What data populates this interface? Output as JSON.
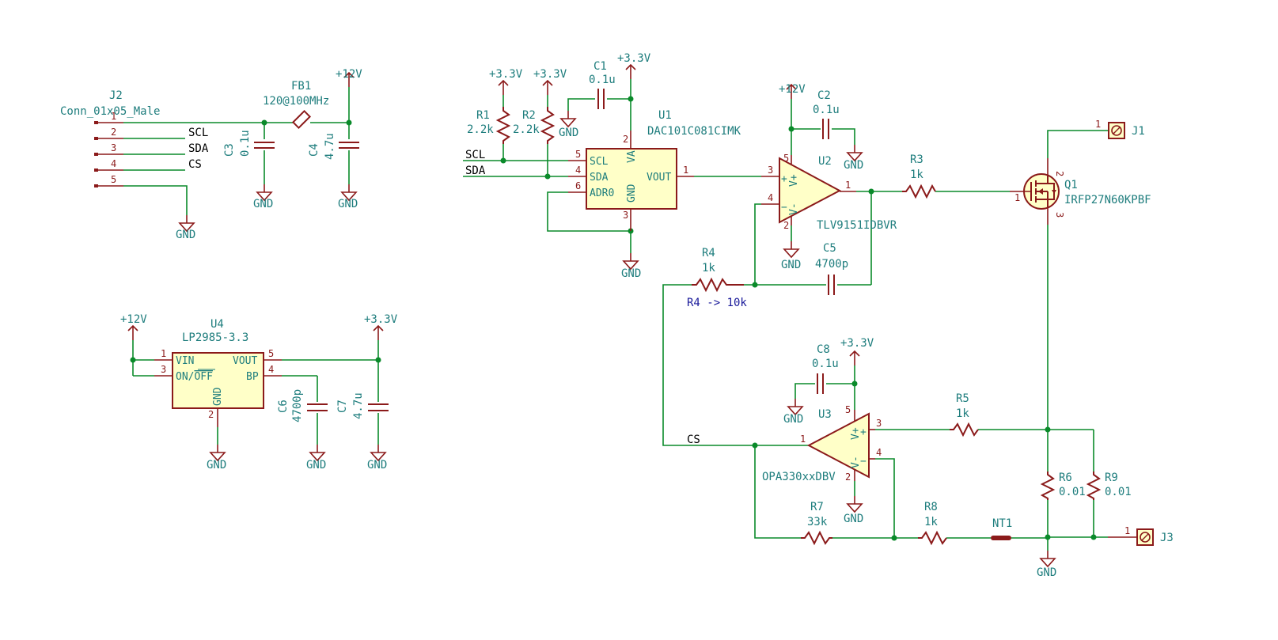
{
  "power_labels": {
    "p12v": "+12V",
    "p3v3": "+3.3V",
    "gnd": "GND"
  },
  "nets": {
    "scl": "SCL",
    "sda": "SDA",
    "cs": "CS"
  },
  "note": "R4 -> 10k",
  "components": {
    "J2": {
      "ref": "J2",
      "value": "Conn_01x05_Male",
      "pins": [
        "1",
        "2",
        "3",
        "4",
        "5"
      ]
    },
    "FB1": {
      "ref": "FB1",
      "value": "120@100MHz"
    },
    "C3": {
      "ref": "C3",
      "value": "0.1u"
    },
    "C4": {
      "ref": "C4",
      "value": "4.7u"
    },
    "U4": {
      "ref": "U4",
      "value": "LP2985-3.3",
      "pin_names": {
        "vin": "VIN",
        "on": "ON/",
        "off": "OFF",
        "vout": "VOUT",
        "bp": "BP",
        "gnd": "GND"
      },
      "pin_numbers": {
        "vin": "1",
        "on": "3",
        "gnd": "2",
        "vout": "5",
        "bp": "4"
      }
    },
    "C6": {
      "ref": "C6",
      "value": "4700p"
    },
    "C7": {
      "ref": "C7",
      "value": "4.7u"
    },
    "R1": {
      "ref": "R1",
      "value": "2.2k"
    },
    "R2": {
      "ref": "R2",
      "value": "2.2k"
    },
    "C1": {
      "ref": "C1",
      "value": "0.1u"
    },
    "U1": {
      "ref": "U1",
      "value": "DAC101C081CIMK",
      "pin_names": {
        "scl": "SCL",
        "sda": "SDA",
        "adr0": "ADR0",
        "va": "VA",
        "gnd": "GND",
        "vout": "VOUT"
      },
      "pin_numbers": {
        "scl": "5",
        "sda": "4",
        "adr0": "6",
        "va": "2",
        "gnd": "3",
        "vout": "1"
      }
    },
    "U2": {
      "ref": "U2",
      "value": "TLV9151IDBVR",
      "pin_names": {
        "vp": "V+",
        "vn": "V-",
        "plus": "+",
        "minus": "−"
      },
      "pin_numbers": {
        "vp": "5",
        "vn": "2",
        "in_p": "3",
        "in_n": "4",
        "out": "1"
      }
    },
    "C2": {
      "ref": "C2",
      "value": "0.1u"
    },
    "R3": {
      "ref": "R3",
      "value": "1k"
    },
    "Q1": {
      "ref": "Q1",
      "value": "IRFP27N60KPBF",
      "pin_numbers": {
        "g": "1",
        "d": "2",
        "s": "3"
      }
    },
    "J1": {
      "ref": "J1",
      "pin": "1"
    },
    "R4": {
      "ref": "R4",
      "value": "1k"
    },
    "C5": {
      "ref": "C5",
      "value": "4700p"
    },
    "C8": {
      "ref": "C8",
      "value": "0.1u"
    },
    "U3": {
      "ref": "U3",
      "value": "OPA330xxDBV",
      "pin_names": {
        "vp": "V+",
        "vn": "V-",
        "plus": "+",
        "minus": "−"
      },
      "pin_numbers": {
        "vp": "5",
        "vn": "2",
        "in_p": "3",
        "in_n": "4",
        "out": "1"
      }
    },
    "R5": {
      "ref": "R5",
      "value": "1k"
    },
    "R6": {
      "ref": "R6",
      "value": "0.01"
    },
    "R9": {
      "ref": "R9",
      "value": "0.01"
    },
    "R7": {
      "ref": "R7",
      "value": "33k"
    },
    "R8": {
      "ref": "R8",
      "value": "1k"
    },
    "NT1": {
      "ref": "NT1"
    },
    "J3": {
      "ref": "J3",
      "pin": "1"
    }
  },
  "colors": {
    "wire": "#0a8a2a",
    "device": "#8b1a1a",
    "body_fill": "#ffffc8",
    "label": "#1e7d7d",
    "note": "#1a1a9a"
  }
}
